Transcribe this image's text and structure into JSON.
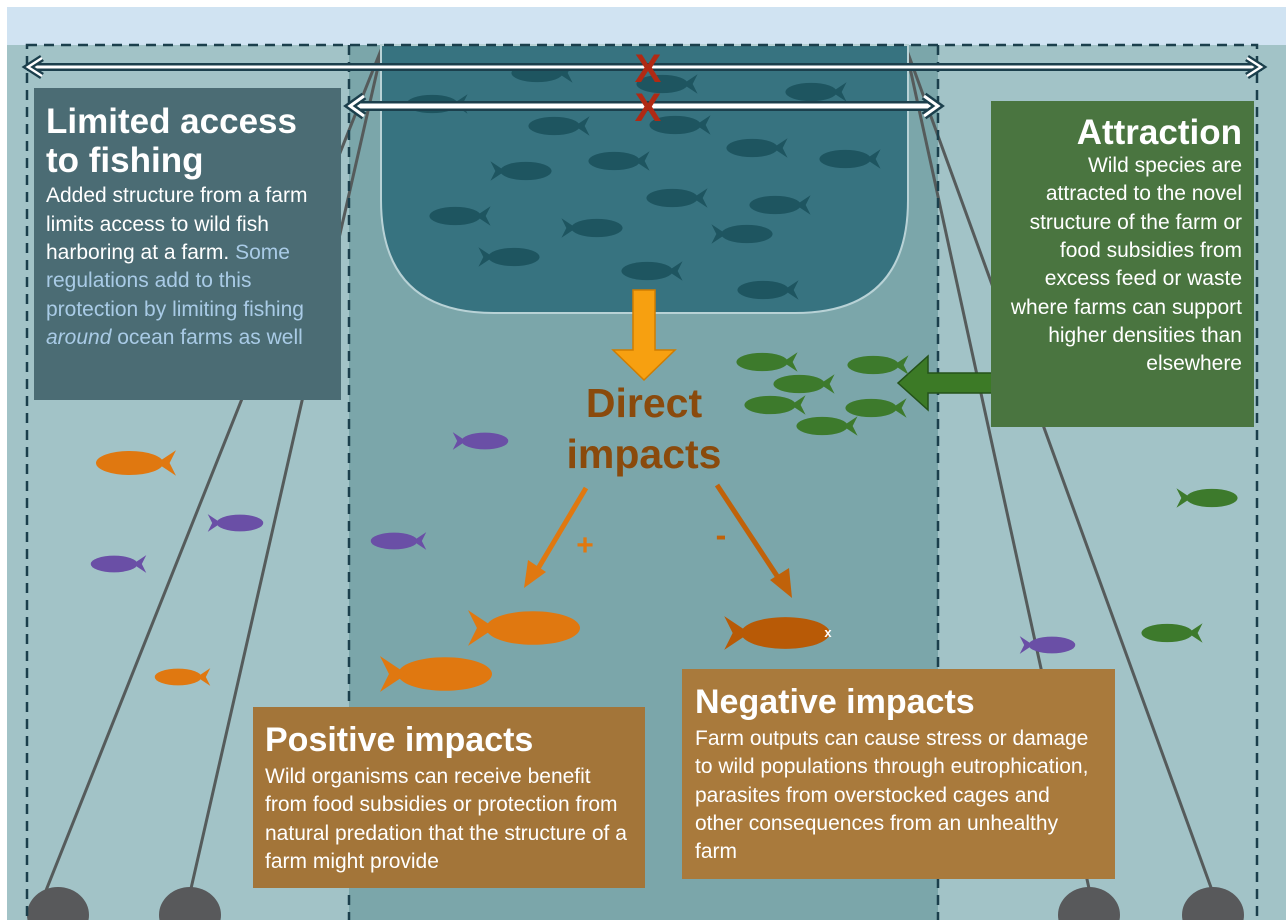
{
  "colors": {
    "sky": "#d0e3f2",
    "outer_water": "#a2c3c7",
    "farm_zone_water": "#7ba6aa",
    "pen": "#377380",
    "pen_fish": "#1e5560",
    "orange_fish": "#e07810",
    "purple_fish": "#6a4fa6",
    "green_fish": "#3d7a2c",
    "red_x": "#b02a14",
    "limited_box": "#4b6c74",
    "attraction_box": "#4a7540",
    "impact_box": "#a37539",
    "direct_text": "#8a4a0c"
  },
  "diagram": {
    "marks": {
      "blocked_symbol": "X",
      "positive_sign": "+",
      "negative_sign": "-",
      "dead_fish_eye": "x"
    },
    "center_label": {
      "line1": "Direct",
      "line2": "impacts"
    },
    "boxes": {
      "limited_access": {
        "title": "Limited access to fishing",
        "body": "Added structure from a farm limits access to wild fish harboring at a farm.",
        "highlight_part1": "Some regulations add to this protection by limiting fishing ",
        "highlight_italic": "around",
        "highlight_part2": " ocean farms as well"
      },
      "attraction": {
        "title": "Attraction",
        "body": "Wild species are attracted to the novel structure of the farm or food subsidies from excess feed or waste where farms can support higher densities than elsewhere"
      },
      "positive": {
        "title": "Positive impacts",
        "body": "Wild organisms can receive benefit from food subsidies or protection from natural predation that the structure of a farm might provide"
      },
      "negative": {
        "title": "Negative impacts",
        "body": "Farm outputs can cause stress or damage to wild populations through eutrophication, parasites from overstocked cages and other consequences from an unhealthy farm"
      }
    }
  }
}
